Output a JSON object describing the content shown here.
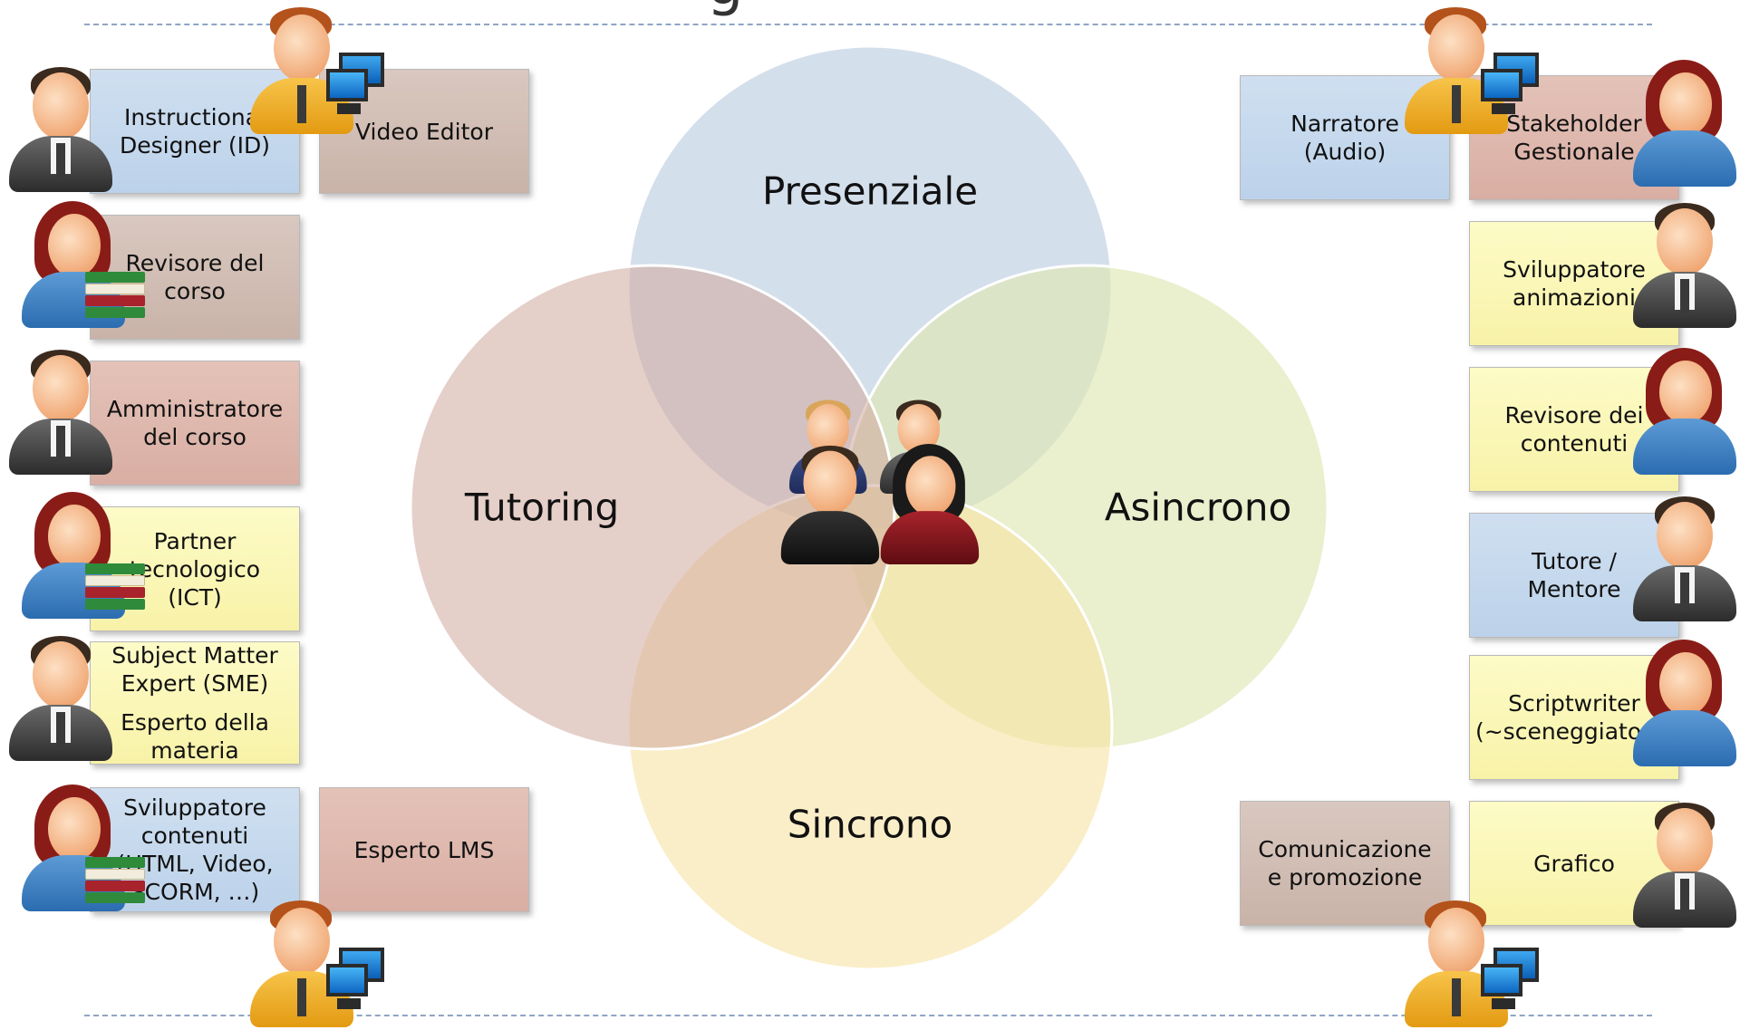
{
  "title_fragment": "g",
  "venn": {
    "top": {
      "label": "Presenziale",
      "color": "#c5d4e5"
    },
    "left": {
      "label": "Tutoring",
      "color": "#cfa89d"
    },
    "right": {
      "label": "Asincrono",
      "color": "#dfe6b4"
    },
    "bottom": {
      "label": "Sincrono",
      "color": "#f7e2a3"
    }
  },
  "center_icon": "group-of-people-icon",
  "left_column": [
    {
      "lines": [
        "Instructional",
        "Designer (ID)"
      ],
      "color": "blue",
      "person": "man"
    },
    {
      "lines": [
        "Revisore del",
        "corso"
      ],
      "color": "taupe",
      "person": "woman-books"
    },
    {
      "lines": [
        "Amministratore",
        "del corso"
      ],
      "color": "rose",
      "person": "man"
    },
    {
      "lines": [
        "Partner",
        "tecnologico",
        "(ICT)"
      ],
      "color": "yellow",
      "person": "woman-books"
    },
    {
      "lines": [
        "Subject Matter",
        "Expert (SME)",
        "Esperto della",
        "materia"
      ],
      "color": "yellow",
      "person": "man"
    },
    {
      "lines": [
        "Sviluppatore",
        "contenuti",
        "(HTML, Video,",
        "SCORM, …)"
      ],
      "color": "blue",
      "person": "woman-books"
    }
  ],
  "left_extra": [
    {
      "lines": [
        "Video Editor"
      ],
      "color": "taupe"
    },
    {
      "lines": [
        "Esperto LMS"
      ],
      "color": "rose"
    }
  ],
  "right_column": [
    {
      "lines": [
        "Stakeholder",
        "Gestionale"
      ],
      "color": "rose",
      "person": "woman-books"
    },
    {
      "lines": [
        "Sviluppatore",
        "animazioni"
      ],
      "color": "yellow",
      "person": "man"
    },
    {
      "lines": [
        "Revisore dei",
        "contenuti"
      ],
      "color": "yellow",
      "person": "woman-books"
    },
    {
      "lines": [
        "Tutore /",
        "Mentore"
      ],
      "color": "blue",
      "person": "man"
    },
    {
      "lines": [
        "Scriptwriter",
        "(~sceneggiatore)"
      ],
      "color": "yellow",
      "person": "woman-books"
    },
    {
      "lines": [
        "Grafico"
      ],
      "color": "yellow",
      "person": "man"
    }
  ],
  "right_extra": [
    {
      "lines": [
        "Narratore",
        "(Audio)"
      ],
      "color": "blue"
    },
    {
      "lines": [
        "Comunicazione",
        "e promozione"
      ],
      "color": "taupe"
    }
  ]
}
